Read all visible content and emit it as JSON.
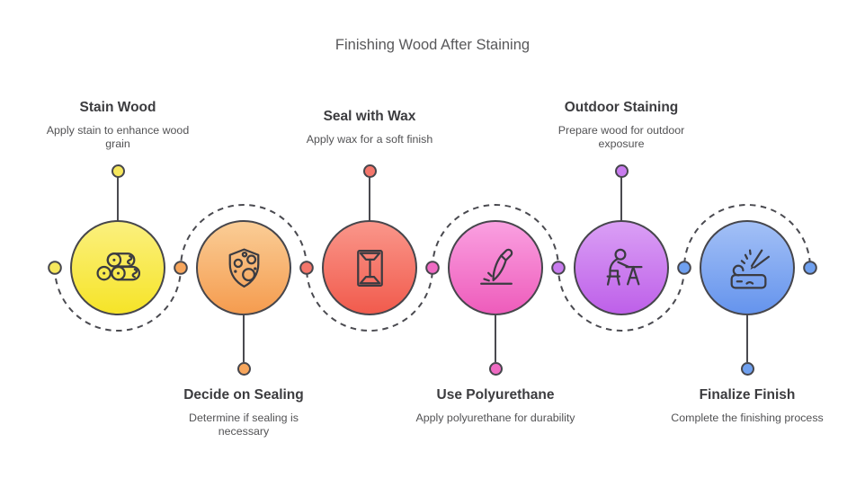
{
  "title": "Finishing Wood After Staining",
  "stroke_color": "#46464c",
  "steps": [
    {
      "id": 1,
      "position": "top",
      "title": "Stain Wood",
      "description": "Apply stain to enhance wood grain",
      "icon": "wood-logs-icon",
      "colors": {
        "top": "#FBF07E",
        "bottom": "#F6E428",
        "dot": "#F6E75D"
      }
    },
    {
      "id": 2,
      "position": "bottom",
      "title": "Decide on Sealing",
      "description": "Determine if sealing is necessary",
      "icon": "shield-spots-icon",
      "colors": {
        "top": "#FACD96",
        "bottom": "#F59C4F",
        "dot": "#F7A65C"
      }
    },
    {
      "id": 3,
      "position": "top",
      "title": "Seal with Wax",
      "description": "Apply wax for a soft finish",
      "icon": "wax-block-icon",
      "colors": {
        "top": "#FA968A",
        "bottom": "#F15B4D",
        "dot": "#F4766B"
      }
    },
    {
      "id": 4,
      "position": "bottom",
      "title": "Use Polyurethane",
      "description": "Apply polyurethane for durability",
      "icon": "carving-knife-icon",
      "colors": {
        "top": "#FAA0E1",
        "bottom": "#EE5CBB",
        "dot": "#EF6BC3"
      }
    },
    {
      "id": 5,
      "position": "top",
      "title": "Outdoor Staining",
      "description": "Prepare wood for outdoor exposure",
      "icon": "person-at-table-icon",
      "colors": {
        "top": "#DA9FF5",
        "bottom": "#BE60E9",
        "dot": "#C87BEE"
      }
    },
    {
      "id": 6,
      "position": "bottom",
      "title": "Finalize Finish",
      "description": "Complete the finishing process",
      "icon": "wood-carving-tool-icon",
      "colors": {
        "top": "#A3C0F6",
        "bottom": "#6594ED",
        "dot": "#6FA0EF"
      }
    }
  ],
  "path_dots": [
    {
      "color": "#F6E75D"
    },
    {
      "color": "#F7A65C"
    },
    {
      "color": "#F4766B"
    },
    {
      "color": "#EF6BC3"
    },
    {
      "color": "#C87BEE"
    },
    {
      "color": "#6FA0EF"
    },
    {
      "color": "#6FA0EF"
    }
  ]
}
